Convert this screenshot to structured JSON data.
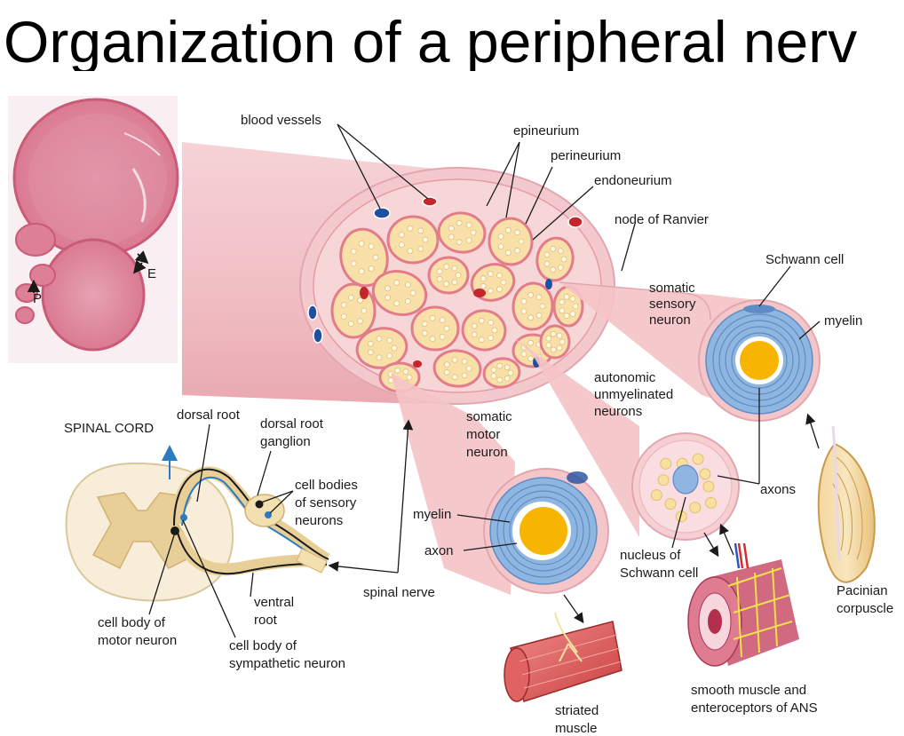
{
  "title": "Organization of a peripheral nerv",
  "micrograph": {
    "label_p": "P",
    "label_e": "E"
  },
  "labels": {
    "blood_vessels": "blood vessels",
    "epineurium": "epineurium",
    "perineurium": "perineurium",
    "endoneurium": "endoneurium",
    "node_of_ranvier": "node of Ranvier",
    "schwann_cell": "Schwann cell",
    "somatic_sensory_neuron": [
      "somatic",
      "sensory",
      "neuron"
    ],
    "myelin_sensory": "myelin",
    "autonomic_unmyelinated_neurons": [
      "autonomic",
      "unmyelinated",
      "neurons"
    ],
    "somatic_motor_neuron": [
      "somatic",
      "motor",
      "neuron"
    ],
    "spinal_cord": "SPINAL CORD",
    "dorsal_root": "dorsal root",
    "dorsal_root_ganglion": [
      "dorsal root",
      "ganglion"
    ],
    "cell_bodies_sensory": [
      "cell bodies",
      "of sensory",
      "neurons"
    ],
    "axons": "axons",
    "myelin_motor": "myelin",
    "axon": "axon",
    "nucleus_of_schwann_cell": [
      "nucleus of",
      "Schwann cell"
    ],
    "ventral_root": [
      "ventral",
      "root"
    ],
    "spinal_nerve": "spinal nerve",
    "pacinian_corpuscle": [
      "Pacinian",
      "corpuscle"
    ],
    "cell_body_motor": [
      "cell body of",
      "motor neuron"
    ],
    "cell_body_sympathetic": [
      "cell body of",
      "sympathetic neuron"
    ],
    "smooth_muscle": [
      "smooth muscle and",
      "enteroceptors of ANS"
    ],
    "striated_muscle": [
      "striated",
      "muscle"
    ]
  },
  "colors": {
    "nerve_pink": "#f2c4c8",
    "perineurium_red": "#e27b8a",
    "fascicle_yellow": "#f8e0a8",
    "myelin_blue": "#8fb6e0",
    "axon_yellow": "#f7b400",
    "vessel_red": "#c1272d",
    "vessel_blue": "#1f4fa0",
    "tissue_stain": "#d9768e"
  }
}
